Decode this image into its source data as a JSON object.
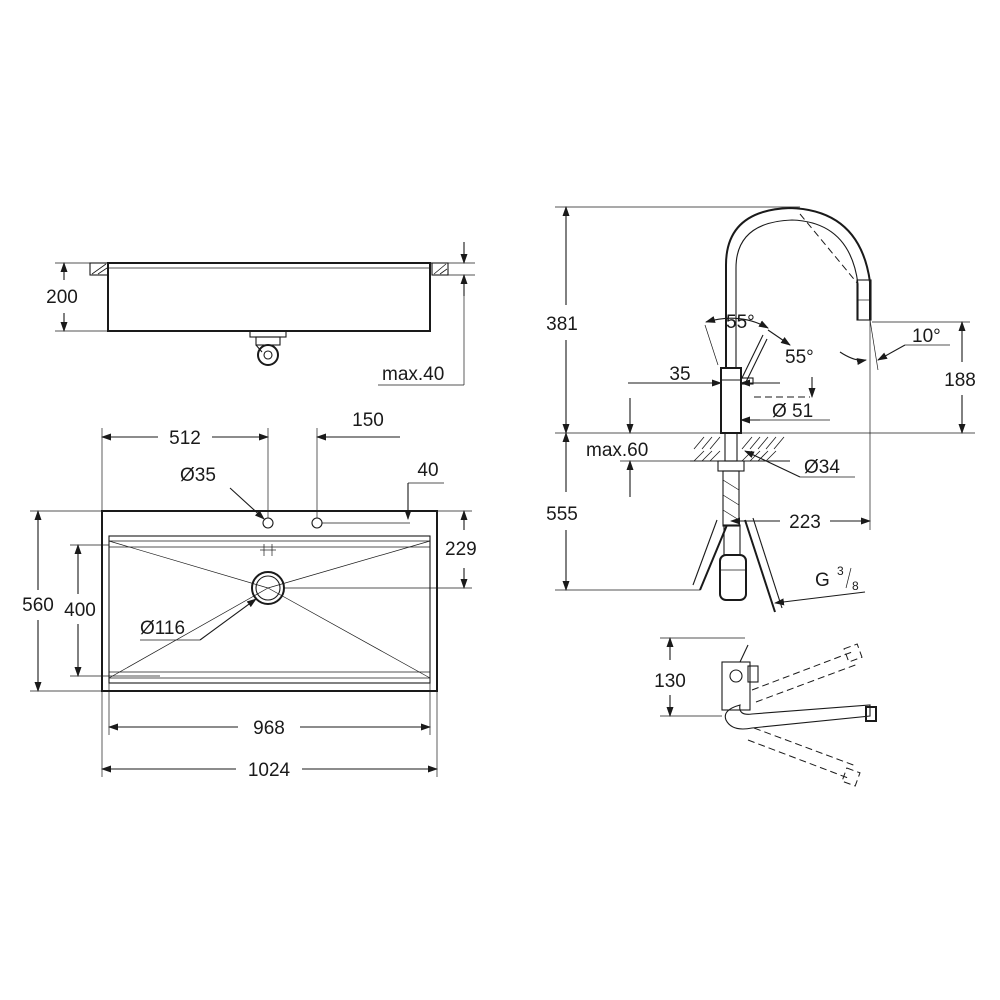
{
  "sink_side_view": {
    "depth": "200",
    "max_thickness": "max.40"
  },
  "sink_top_view": {
    "tap_hole_position": "512",
    "second_hole_offset": "150",
    "edge_offset": "40",
    "tap_hole_diameter": "Ø35",
    "drain_offset": "229",
    "overall_depth": "560",
    "bowl_depth": "400",
    "drain_diameter": "Ø116",
    "bowl_width": "968",
    "overall_width": "1024"
  },
  "faucet_view": {
    "height_above_deck": "381",
    "swivel_angle_left": "55°",
    "swivel_angle_right": "55°",
    "spray_angle": "10°",
    "spout_height": "188",
    "base_width": "35",
    "body_diameter": "Ø 51",
    "max_deck_thickness": "max.60",
    "mounting_diameter": "Ø34",
    "height_below_deck": "555",
    "reach": "223",
    "connection_thread": "G",
    "connection_thread_num": "3",
    "connection_thread_den": "8"
  },
  "faucet_top_view": {
    "lever_clearance": "130"
  }
}
